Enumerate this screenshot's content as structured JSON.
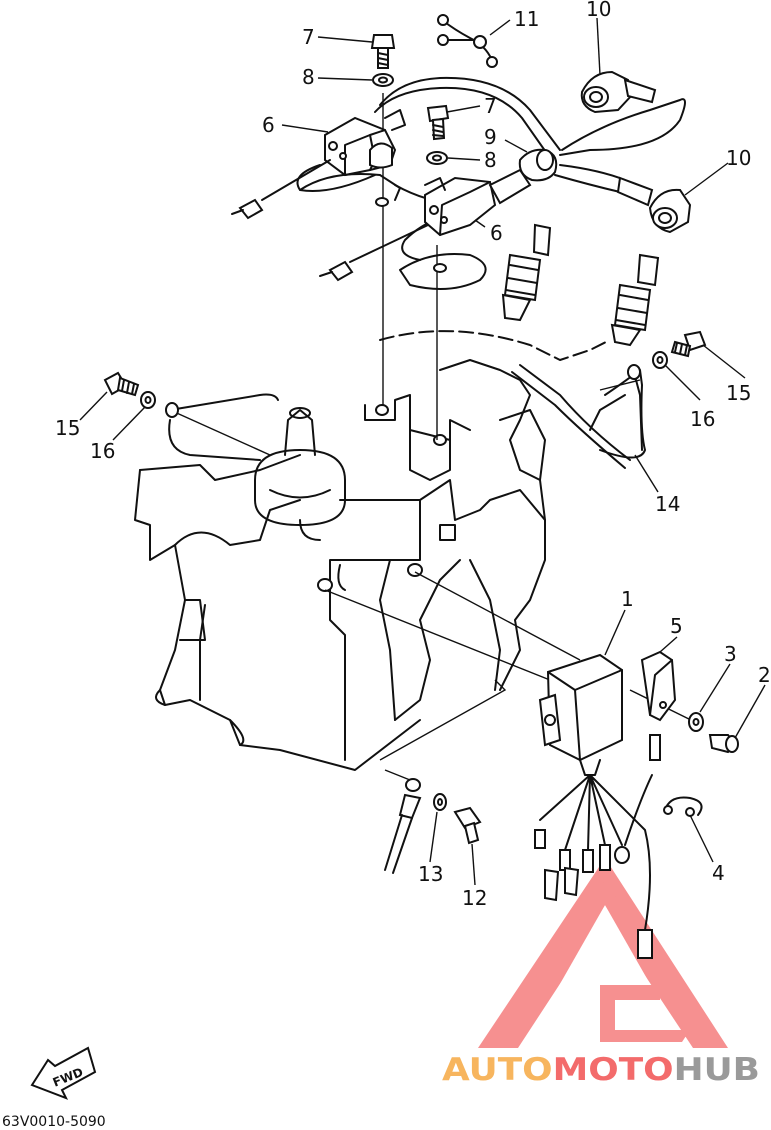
{
  "diagram": {
    "diagram_code": "63V0010-5090",
    "fwd_label": "FWD",
    "callouts": [
      {
        "id": "c1",
        "label": "1"
      },
      {
        "id": "c2",
        "label": "2"
      },
      {
        "id": "c3",
        "label": "3"
      },
      {
        "id": "c4",
        "label": "4"
      },
      {
        "id": "c5",
        "label": "5"
      },
      {
        "id": "c6a",
        "label": "6"
      },
      {
        "id": "c6b",
        "label": "6"
      },
      {
        "id": "c7a",
        "label": "7"
      },
      {
        "id": "c7b",
        "label": "7"
      },
      {
        "id": "c8a",
        "label": "8"
      },
      {
        "id": "c8b",
        "label": "8"
      },
      {
        "id": "c9",
        "label": "9"
      },
      {
        "id": "c10a",
        "label": "10"
      },
      {
        "id": "c10b",
        "label": "10"
      },
      {
        "id": "c11",
        "label": "11"
      },
      {
        "id": "c12",
        "label": "12"
      },
      {
        "id": "c13",
        "label": "13"
      },
      {
        "id": "c14",
        "label": "14"
      },
      {
        "id": "c15a",
        "label": "15"
      },
      {
        "id": "c15b",
        "label": "15"
      },
      {
        "id": "c16a",
        "label": "16"
      },
      {
        "id": "c16b",
        "label": "16"
      }
    ]
  },
  "watermark": {
    "part_auto": "AUTO",
    "part_moto": "MOTO",
    "part_hub": "HUB",
    "color_auto": "#f7b55e",
    "color_moto": "#f36b6b",
    "color_hub": "#9a9a9a"
  }
}
